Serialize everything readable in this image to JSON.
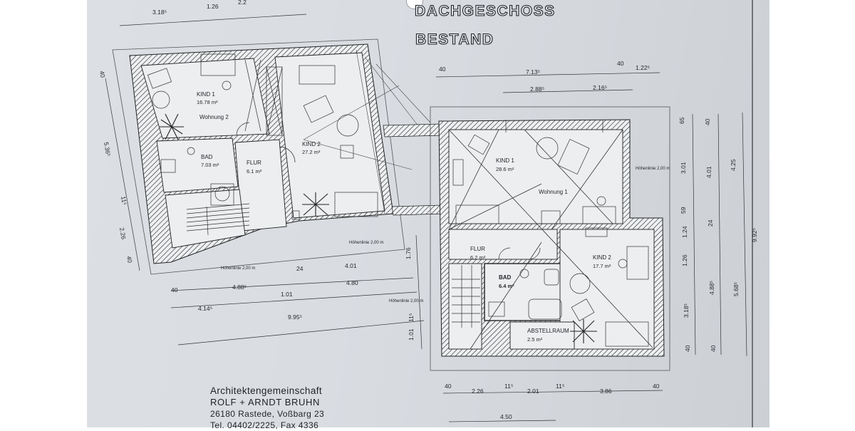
{
  "titles": {
    "line1": "DACHGESCHOSS",
    "line2": "BESTAND"
  },
  "left_unit": {
    "rooms": [
      {
        "name": "KIND 1",
        "area": "16.78 m²",
        "extra": "Wohnung 2"
      },
      {
        "name": "KIND 2",
        "area": "27.2 m²"
      },
      {
        "name": "BAD",
        "area": "7.03 m²"
      },
      {
        "name": "FLUR",
        "area": "6.1 m²"
      }
    ],
    "contour_lines": [
      "Höhenlinie 2,00 m",
      "Höhenlinie 2,00 m"
    ],
    "dims_top": [
      "3.18⁵",
      "1.26",
      "2.2"
    ],
    "dims_left": [
      "5.36⁵",
      "11⁵",
      "2.26",
      "40"
    ],
    "dims_bottom_row1": [
      "40",
      "4.88⁵",
      "24",
      "4.01"
    ],
    "dims_bottom_row2": [
      "4.14⁵",
      "1.01",
      "4.80"
    ],
    "dims_bottom_total": "9.95⁵",
    "dim_side": "40"
  },
  "right_unit": {
    "rooms": [
      {
        "name": "KIND 1",
        "area": "28.6 m²"
      },
      {
        "name": "Wohnung 1"
      },
      {
        "name": "FLUR",
        "area": "6.2 m²"
      },
      {
        "name": "BAD",
        "area": "6.4 m²"
      },
      {
        "name": "KIND 2",
        "area": "17.7 m²"
      },
      {
        "name": "ABSTELLRAUM",
        "area": "2.5 m²"
      }
    ],
    "contour_lines": [
      "Höhenlinie 2,00 m",
      "Höhenlinie 2,00 m"
    ],
    "dims_top_row1": [
      "40",
      "7.13⁵",
      "40",
      "1.22⁵"
    ],
    "dims_top_row2": [
      "2.88⁵",
      "2.16⁵"
    ],
    "dims_right_inner": [
      "65",
      "3.01",
      "59",
      "1.24",
      "1.26",
      "3.18⁵",
      "40"
    ],
    "dims_right_mid": [
      "40",
      "4.01",
      "24",
      "4.88⁵",
      "40"
    ],
    "dims_right_outer": [
      "4.25",
      "5.68⁵"
    ],
    "dim_right_edge": "9.92⁵",
    "dims_left": [
      "1.76",
      "1.01",
      "11⁵"
    ],
    "dims_bottom": [
      "40",
      "2.26",
      "11⁵",
      "2.01",
      "11⁵",
      "3.86",
      "40"
    ],
    "dims_bottom_row2": "4.50"
  },
  "firm": {
    "line1": "Architektengemeinschaft",
    "line2": "ROLF + ARNDT BRUHN",
    "line3": "26180 Rastede, Voßbarg 23",
    "line4": "Tel. 04402/2225, Fax 4336"
  }
}
